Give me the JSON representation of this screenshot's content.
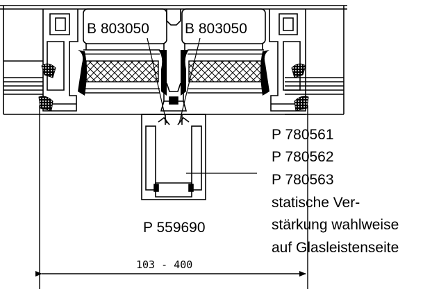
{
  "labels": {
    "glass_bead_left": "B 803050",
    "glass_bead_right": "B 803050",
    "profile_1": "P 780561",
    "profile_2": "P 780562",
    "profile_3": "P 780563",
    "note_line_1": "statische Ver-",
    "note_line_2": "stärkung wahlweise",
    "note_line_3": "auf Glasleistenseite",
    "reinforcement": "P 559690",
    "dimension": "103 - 400"
  },
  "colors": {
    "line": "#000000",
    "background": "#ffffff"
  }
}
